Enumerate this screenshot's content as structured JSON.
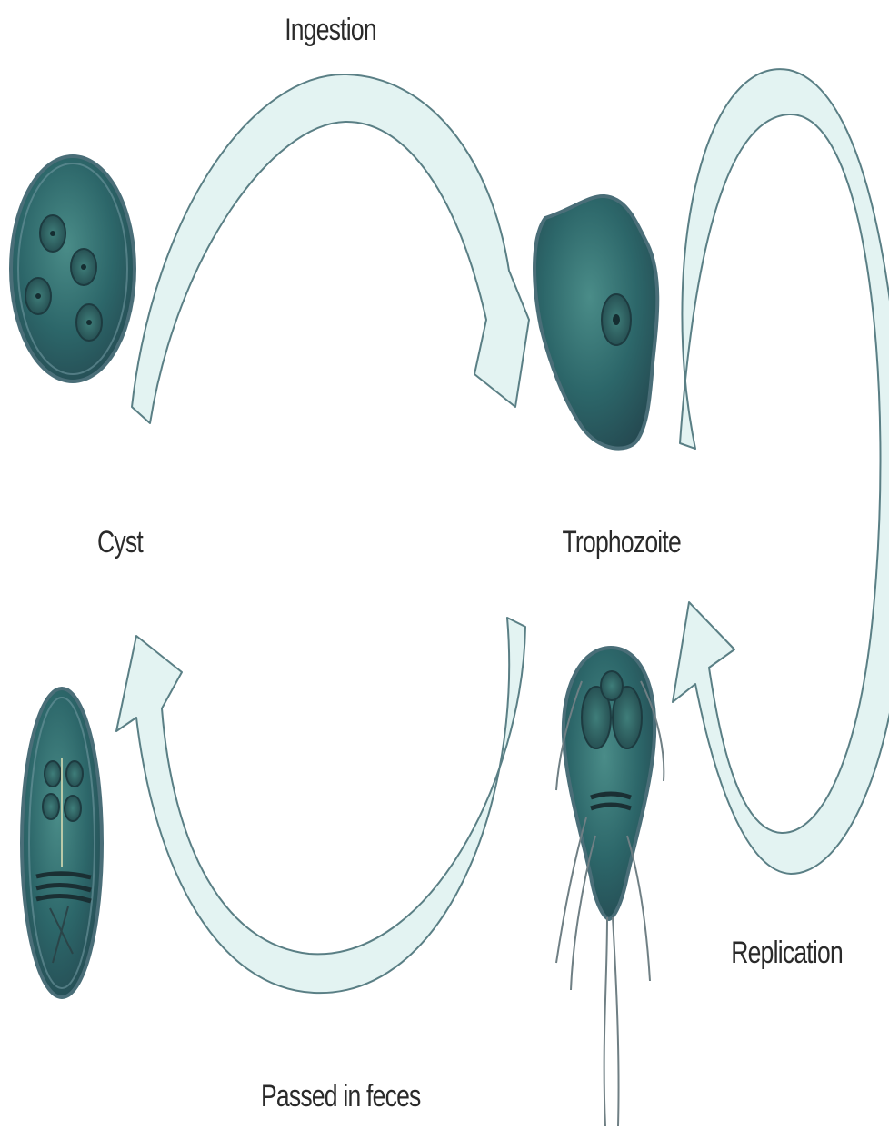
{
  "labels": {
    "ingestion": "Ingestion",
    "cyst": "Cyst",
    "trophozoite": "Trophozoite",
    "passed": "Passed in feces",
    "replication": "Replication"
  },
  "colors": {
    "arrow_fill": "#e3f3f2",
    "arrow_stroke": "#5a7f85",
    "cell_fill": "#2f6f72",
    "cell_dark": "#1f4448",
    "cell_edge": "#4a6e78"
  },
  "icons": {
    "cyst_round": "cyst-round-icon",
    "cyst_oval": "cyst-oval-icon",
    "trophozoite_amoeboid": "trophozoite-amoeboid-icon",
    "trophozoite_flagellate": "trophozoite-flagellate-icon"
  }
}
